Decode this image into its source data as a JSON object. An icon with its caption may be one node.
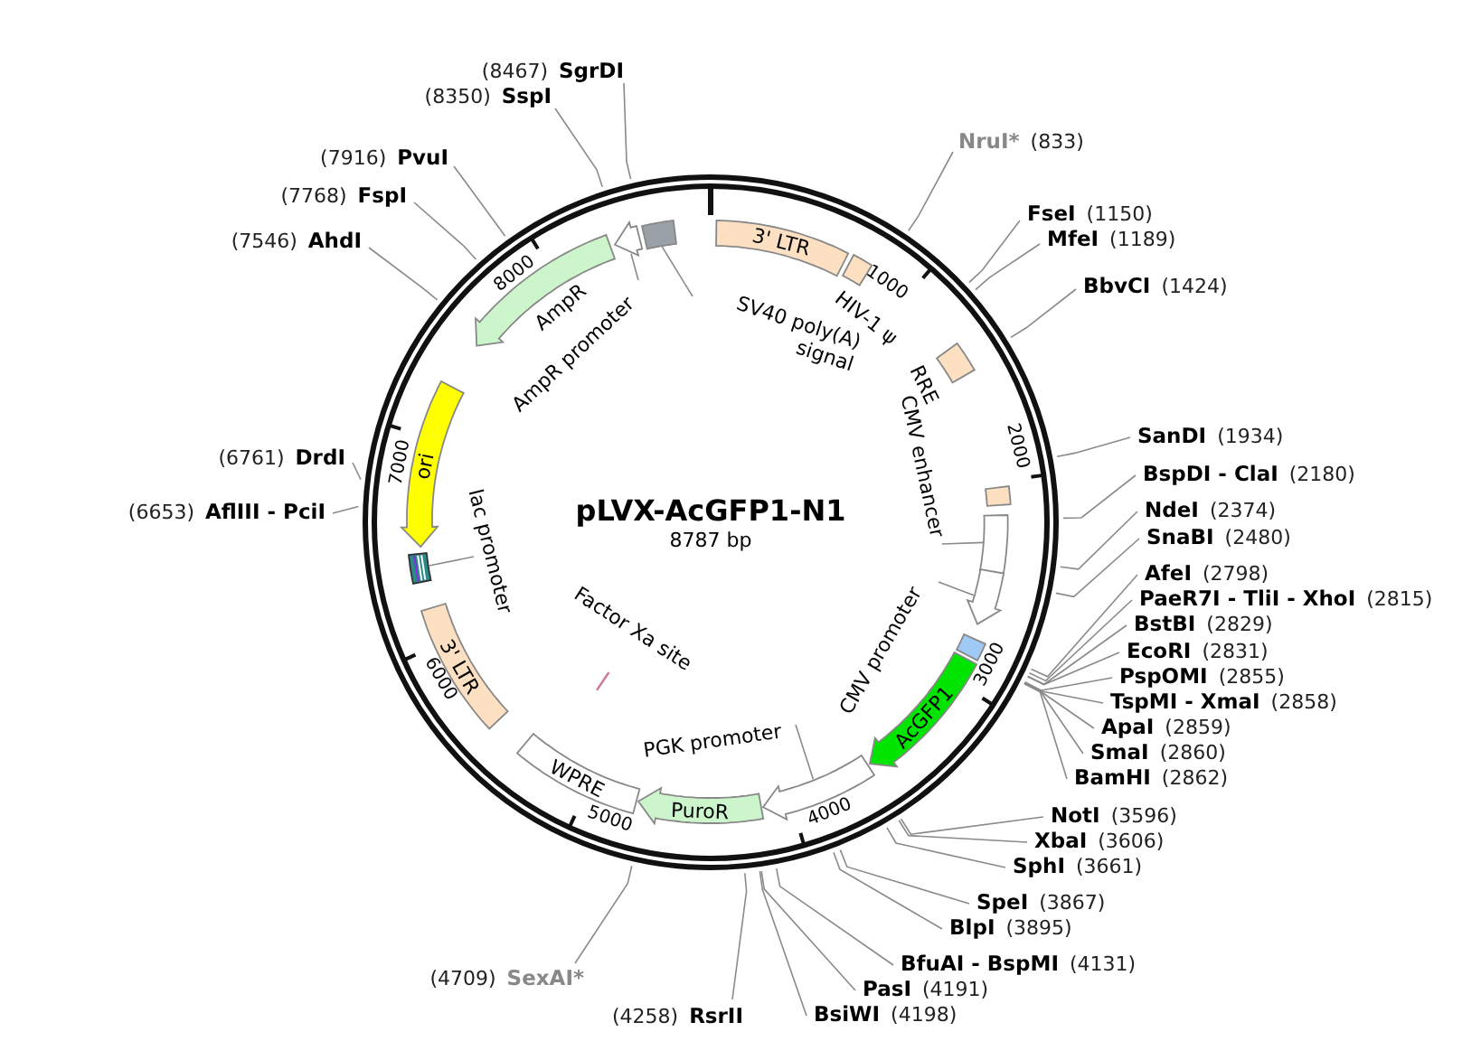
{
  "diagram": {
    "title": "pLVX-AcGFP1-N1",
    "nodes": [
      {
        "text": [
          "NruI*",
          "(833)"
        ]
      },
      {
        "text": [
          "FseI",
          "(1150)"
        ]
      },
      {
        "text": [
          "MfeI",
          "(1189)"
        ]
      },
      {
        "text": [
          "BbvCI",
          "(1424)"
        ]
      },
      {
        "text": [
          "SanDI",
          "(1934)"
        ]
      },
      {
        "text": [
          "BspDI - ClaI",
          "(2180)"
        ]
      },
      {
        "text": [
          "NdeI",
          "(2374)"
        ]
      },
      {
        "text": [
          "SnaBI",
          "(2480)"
        ]
      },
      {
        "text": [
          "AfeI",
          "(2798)"
        ]
      },
      {
        "text": [
          "PaeR7I - TliI - XhoI",
          "(2815)"
        ]
      },
      {
        "text": [
          "BstBI",
          "(2829)"
        ]
      },
      {
        "text": [
          "EcoRI",
          "(2831)"
        ]
      },
      {
        "text": [
          "PspOMI",
          "(2855)"
        ]
      },
      {
        "text": [
          "TspMI - XmaI",
          "(2858)"
        ]
      },
      {
        "text": [
          "ApaI",
          "(2859)"
        ]
      },
      {
        "text": [
          "SmaI",
          "(2860)"
        ]
      },
      {
        "text": [
          "BamHI",
          "(2862)"
        ]
      },
      {
        "text": [
          "NotI",
          "(3596)"
        ]
      },
      {
        "text": [
          "XbaI",
          "(3606)"
        ]
      },
      {
        "text": [
          "SphI",
          "(3661)"
        ]
      },
      {
        "text": [
          "SpeI",
          "(3867)"
        ]
      },
      {
        "text": [
          "BlpI",
          "(3895)"
        ]
      },
      {
        "text": [
          "BfuAI - BspMI",
          "(4131)"
        ]
      },
      {
        "text": [
          "PasI",
          "(4191)"
        ]
      },
      {
        "text": [
          "BsiWI",
          "(4198)"
        ]
      },
      {
        "text": [
          "(4258)",
          "RsrII"
        ]
      },
      {
        "text": [
          "(4709)",
          "SexAI*"
        ]
      },
      {
        "text": [
          "(6653)",
          "AflIII - PciI"
        ]
      },
      {
        "text": [
          "(6761)",
          "DrdI"
        ]
      },
      {
        "text": [
          "(7546)",
          "AhdI"
        ]
      },
      {
        "text": [
          "(7768)",
          "FspI"
        ]
      },
      {
        "text": [
          "(7916)",
          "PvuI"
        ]
      },
      {
        "text": [
          "(8350)",
          "SspI"
        ]
      },
      {
        "text": [
          "(8467)",
          "SgrDI"
        ]
      },
      {
        "text": [
          "3' LTR"
        ]
      },
      {
        "text": [
          "HIV-1 ψ"
        ]
      },
      {
        "text": [
          "RRE"
        ]
      },
      {
        "text": [],
        "shape": "box"
      },
      {
        "text": [
          "CMV enhancer"
        ]
      },
      {
        "text": [],
        "shape": "box"
      },
      {
        "text": [
          "CMV promoter"
        ]
      },
      {
        "text": [],
        "shape": "arrow"
      },
      {
        "text": [],
        "shape": "box"
      },
      {
        "text": [
          "AcGFP1"
        ]
      },
      {
        "text": [
          "PGK promoter"
        ]
      },
      {
        "text": [],
        "shape": "arrow"
      },
      {
        "text": [
          "PuroR"
        ]
      },
      {
        "text": [
          "WPRE"
        ]
      },
      {
        "text": [
          "Factor Xa site"
        ]
      },
      {
        "text": [
          "3' LTR"
        ]
      },
      {
        "text": [
          "lac promoter"
        ]
      },
      {
        "text": [],
        "shape": "box"
      },
      {
        "text": [
          "ori"
        ]
      },
      {
        "text": [
          "AmpR"
        ]
      },
      {
        "text": [
          "AmpR promoter"
        ]
      },
      {
        "text": [],
        "shape": "arrow"
      },
      {
        "text": [
          "SV40 poly(A) signal"
        ]
      },
      {
        "text": [],
        "shape": "box"
      }
    ],
    "edges": [
      {
        "from": 0,
        "to": null,
        "arrow": "none"
      },
      {
        "from": 1,
        "to": null,
        "arrow": "none"
      },
      {
        "from": 2,
        "to": null,
        "arrow": "none"
      },
      {
        "from": 3,
        "to": null,
        "arrow": "none"
      },
      {
        "from": 4,
        "to": null,
        "arrow": "none"
      },
      {
        "from": 5,
        "to": null,
        "arrow": "none"
      },
      {
        "from": 6,
        "to": null,
        "arrow": "none"
      },
      {
        "from": 7,
        "to": null,
        "arrow": "none"
      },
      {
        "from": 8,
        "to": null,
        "arrow": "none"
      },
      {
        "from": 9,
        "to": null,
        "arrow": "none"
      },
      {
        "from": 10,
        "to": null,
        "arrow": "none"
      },
      {
        "from": 11,
        "to": null,
        "arrow": "none"
      },
      {
        "from": 12,
        "to": null,
        "arrow": "none"
      },
      {
        "from": 13,
        "to": null,
        "arrow": "none"
      },
      {
        "from": 14,
        "to": null,
        "arrow": "none"
      },
      {
        "from": 15,
        "to": null,
        "arrow": "none"
      },
      {
        "from": 16,
        "to": null,
        "arrow": "none"
      },
      {
        "from": 17,
        "to": null,
        "arrow": "none"
      },
      {
        "from": 18,
        "to": null,
        "arrow": "none"
      },
      {
        "from": 19,
        "to": null,
        "arrow": "none"
      },
      {
        "from": 20,
        "to": null,
        "arrow": "none"
      },
      {
        "from": 21,
        "to": null,
        "arrow": "none"
      },
      {
        "from": 22,
        "to": null,
        "arrow": "none"
      },
      {
        "from": 23,
        "to": null,
        "arrow": "none"
      },
      {
        "from": 24,
        "to": null,
        "arrow": "none"
      },
      {
        "from": 25,
        "to": null,
        "arrow": "none"
      },
      {
        "from": 26,
        "to": null,
        "arrow": "none"
      },
      {
        "from": 27,
        "to": null,
        "arrow": "none"
      },
      {
        "from": 28,
        "to": null,
        "arrow": "none"
      },
      {
        "from": 29,
        "to": null,
        "arrow": "none"
      },
      {
        "from": 30,
        "to": null,
        "arrow": "none"
      },
      {
        "from": 31,
        "to": null,
        "arrow": "none"
      },
      {
        "from": 32,
        "to": null,
        "arrow": "none"
      },
      {
        "from": 33,
        "to": null,
        "arrow": "none"
      },
      {
        "from": 38,
        "to": 39,
        "arrow": "none"
      },
      {
        "from": 40,
        "to": 41,
        "arrow": "none"
      },
      {
        "from": 44,
        "to": 45,
        "arrow": "none"
      },
      {
        "from": 50,
        "to": 51,
        "arrow": "none"
      },
      {
        "from": 54,
        "to": 55,
        "arrow": "none"
      },
      {
        "from": 56,
        "to": 57,
        "arrow": "none"
      }
    ],
    "labels": [
      "8787 bp",
      "1000",
      "2000",
      "3000",
      "4000",
      "5000",
      "6000",
      "7000",
      "8000"
    ]
  }
}
